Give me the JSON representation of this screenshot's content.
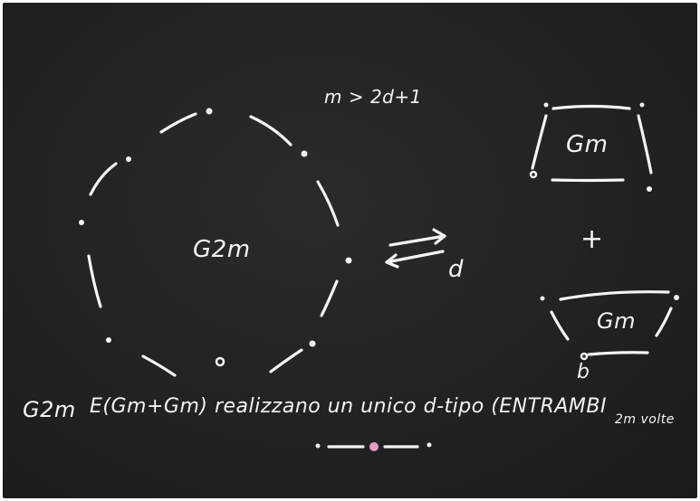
{
  "board": {
    "condition": "m > 2d+1",
    "cycle_label": "G2m",
    "top_graph_label": "Gm",
    "plus": "+",
    "bottom_graph_label": "Gm",
    "edge_d": "d",
    "edge_b": "b",
    "statement_lhs": "G2m",
    "statement_rhs": "E(Gm+Gm) realizzano un unico d-tipo (ENTRAMBI",
    "statement_note": "2m volte",
    "chalk_color": "#f4f4f1",
    "accent_color": "#e79ac4",
    "board_color": "#232323"
  }
}
